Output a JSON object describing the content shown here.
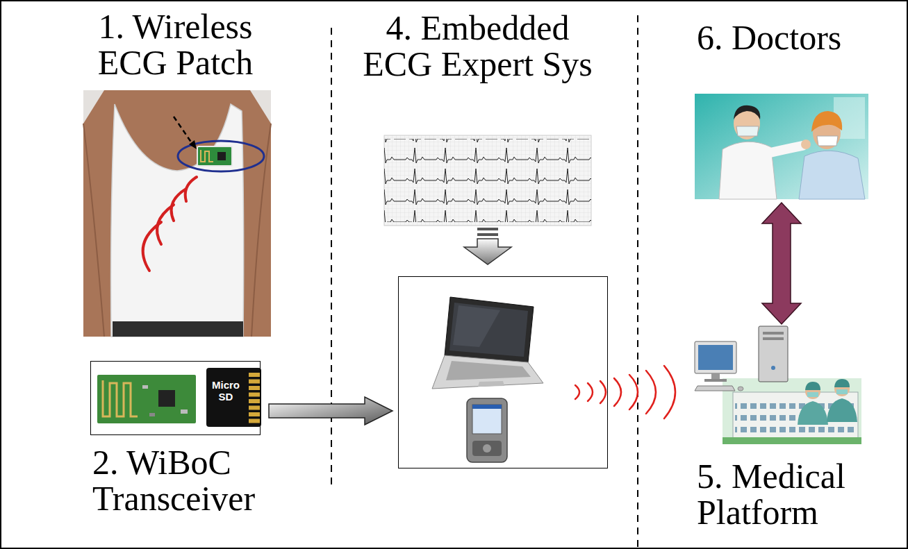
{
  "diagram": {
    "nodes": [
      {
        "text": [
          "1. Wireless ECG Patch"
        ]
      },
      {
        "text": [
          "2. WiBoC Transceiver"
        ]
      },
      {
        "text": [
          "4. Embedded ECG Expert Sys"
        ]
      },
      {
        "text": [
          "6. Doctors"
        ]
      },
      {
        "text": [
          "5. Medical Platform"
        ]
      }
    ],
    "edges": [
      {
        "from": 1,
        "to": 2,
        "arrow": "to"
      },
      {
        "from": 3,
        "to": 4,
        "arrow": "both"
      }
    ],
    "labels": [
      "Micro SD"
    ]
  }
}
